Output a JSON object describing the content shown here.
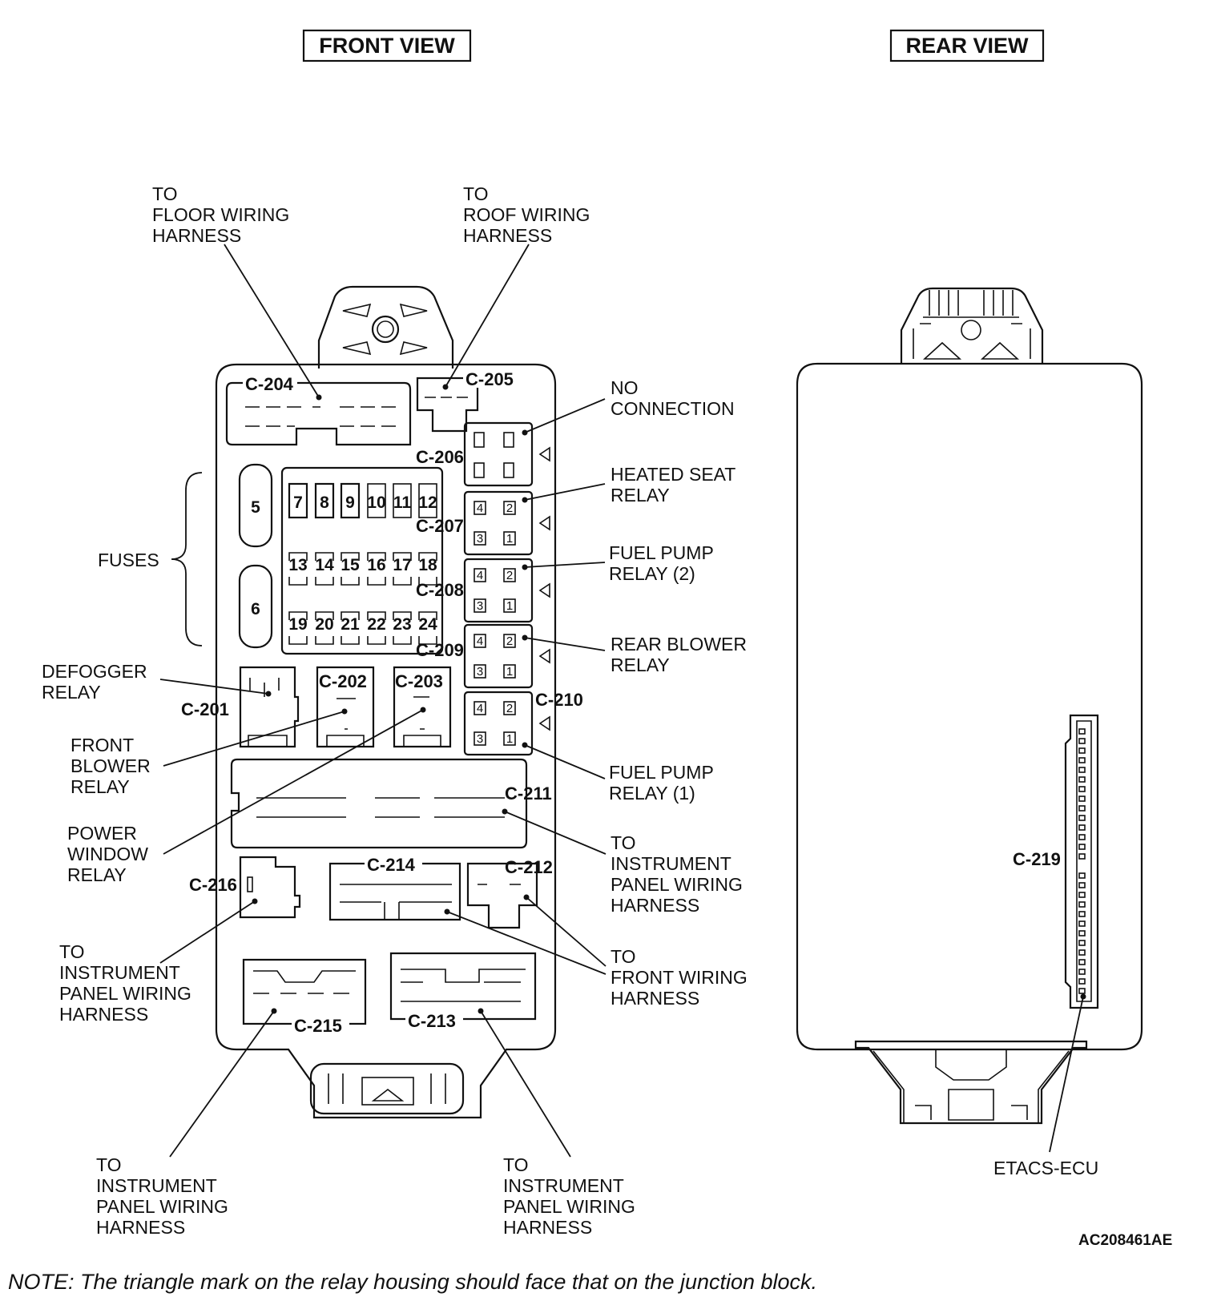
{
  "views": {
    "front": "FRONT VIEW",
    "rear": "REAR VIEW"
  },
  "connectors": {
    "c201": "C-201",
    "c202": "C-202",
    "c203": "C-203",
    "c204": "C-204",
    "c205": "C-205",
    "c206": "C-206",
    "c207": "C-207",
    "c208": "C-208",
    "c209": "C-209",
    "c210": "C-210",
    "c211": "C-211",
    "c212": "C-212",
    "c213": "C-213",
    "c214": "C-214",
    "c215": "C-215",
    "c216": "C-216",
    "c219": "C-219"
  },
  "fuses": {
    "label": "FUSES",
    "large": [
      "5",
      "6"
    ],
    "row1": [
      "7",
      "8",
      "9",
      "10",
      "11",
      "12"
    ],
    "row2": [
      "13",
      "14",
      "15",
      "16",
      "17",
      "18"
    ],
    "row3": [
      "19",
      "20",
      "21",
      "22",
      "23",
      "24"
    ]
  },
  "relay_pins": [
    "4",
    "2",
    "3",
    "1"
  ],
  "labels": {
    "floor_harness": [
      "TO",
      "FLOOR WIRING",
      "HARNESS"
    ],
    "roof_harness": [
      "TO",
      "ROOF WIRING",
      "HARNESS"
    ],
    "no_connection": [
      "NO",
      "CONNECTION"
    ],
    "heated_seat": [
      "HEATED SEAT",
      "RELAY"
    ],
    "fuel_pump_2": [
      "FUEL PUMP",
      "RELAY (2)"
    ],
    "rear_blower": [
      "REAR BLOWER",
      "RELAY"
    ],
    "fuel_pump_1": [
      "FUEL PUMP",
      "RELAY (1)"
    ],
    "ip_harness_right": [
      "TO",
      "INSTRUMENT",
      "PANEL WIRING",
      "HARNESS"
    ],
    "front_harness": [
      "TO",
      "FRONT WIRING",
      "HARNESS"
    ],
    "defogger": [
      "DEFOGGER",
      "RELAY"
    ],
    "front_blower": [
      "FRONT",
      "BLOWER",
      "RELAY"
    ],
    "power_window": [
      "POWER",
      "WINDOW",
      "RELAY"
    ],
    "ip_harness_left": [
      "TO",
      "INSTRUMENT",
      "PANEL WIRING",
      "HARNESS"
    ],
    "ip_harness_bottom_left": [
      "TO",
      "INSTRUMENT",
      "PANEL WIRING",
      "HARNESS"
    ],
    "ip_harness_bottom_right": [
      "TO",
      "INSTRUMENT",
      "PANEL WIRING",
      "HARNESS"
    ],
    "etacs": "ETACS-ECU"
  },
  "figure_id": "AC208461AE",
  "note": "NOTE: The triangle mark on the relay housing should face that on the junction block."
}
